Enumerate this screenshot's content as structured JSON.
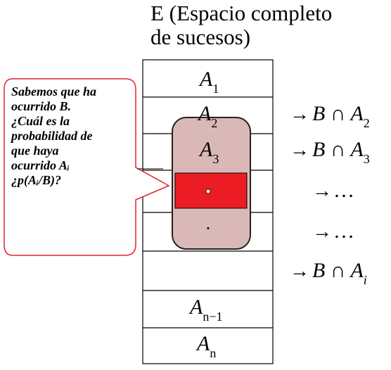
{
  "title": {
    "line1": "E (Espacio completo",
    "line2": "de sucesos)"
  },
  "rows": [
    {
      "base": "A",
      "sub": "1"
    },
    {
      "base": "A",
      "sub": "2"
    },
    {
      "base": "A",
      "sub": "3"
    },
    {
      "base": "",
      "sub": ""
    },
    {
      "base": "",
      "sub": ""
    },
    {
      "base": "",
      "sub": ""
    },
    {
      "base": "A",
      "sub": "n−1"
    },
    {
      "base": "A",
      "sub": "n"
    }
  ],
  "region_dots": [
    "·",
    "·"
  ],
  "intersections": [
    {
      "arrow": "→",
      "expr": "B ∩ A",
      "sub": "2"
    },
    {
      "arrow": "→",
      "expr": "B ∩ A",
      "sub": "3"
    },
    {
      "arrow": "→",
      "expr": "…",
      "sub": ""
    },
    {
      "arrow": "→",
      "expr": "…",
      "sub": ""
    },
    {
      "arrow": "→",
      "expr": "B ∩ A",
      "sub": "i"
    }
  ],
  "callout": {
    "lines": [
      "Sabemos que ha",
      "ocurrido B.",
      "¿Cuál es la",
      "probabilidad de",
      "que haya",
      "ocurrido Aᵢ",
      "¿p(Aᵢ/B)?"
    ]
  },
  "colors": {
    "event_b_fill": "#dbb8b8",
    "highlight_fill": "#ec1c24",
    "callout_border": "#e0242b"
  }
}
